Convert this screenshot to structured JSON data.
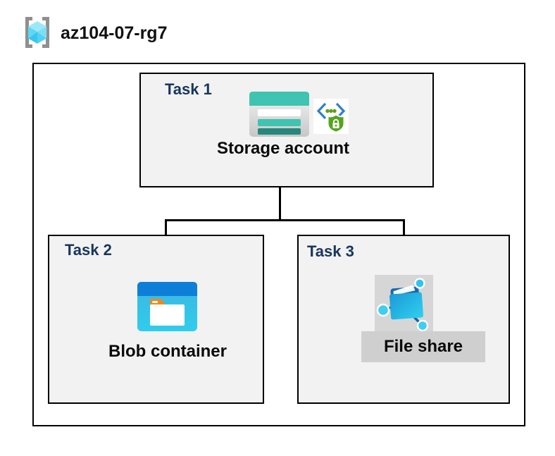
{
  "header": {
    "resource_group_name": "az104-07-rg7",
    "resource_group_icon": "resource-group-icon"
  },
  "diagram": {
    "tasks": [
      {
        "label": "Task 1",
        "resource": "Storage account",
        "icons": [
          "storage-account-icon",
          "secured-endpoint-icon"
        ]
      },
      {
        "label": "Task 2",
        "resource": "Blob container",
        "icons": [
          "blob-container-icon"
        ]
      },
      {
        "label": "Task 3",
        "resource": "File share",
        "icons": [
          "file-share-icon"
        ]
      }
    ],
    "connections": [
      {
        "from": "Storage account",
        "to": "Blob container"
      },
      {
        "from": "Storage account",
        "to": "File share"
      }
    ]
  },
  "colors": {
    "task_heading_navy": "#17365D",
    "task_box_fill": "#F2F2F2",
    "border_black": "#000000",
    "storage_teal": "#3EC4B1",
    "storage_dark_teal": "#26877C",
    "blob_header_blue": "#0E7FD9",
    "blob_body_cyan": "#2FC9E9",
    "folder_tab_orange": "#F0891A",
    "shield_green": "#55A41E",
    "code_bracket_blue": "#2F7FD0",
    "network_node_cyan": "#3ECDF3",
    "file_share_folder_blue": "#1D9AD6",
    "icon_panel_gray": "#D6D6D6",
    "label_panel_gray": "#CFCFCF",
    "cube_cyan_light": "#9BE8FA",
    "bracket_gray": "#8F8F8F"
  }
}
